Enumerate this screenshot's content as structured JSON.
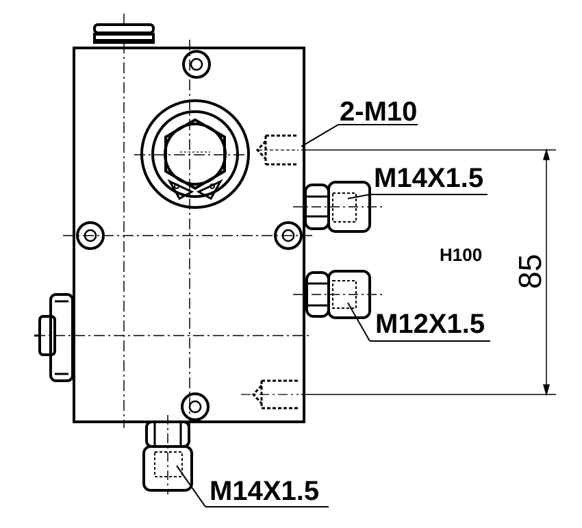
{
  "drawing": {
    "labels": {
      "thread_2m10": "2-M10",
      "port_upper_right": "M14X1.5",
      "port_lower_right": "M12X1.5",
      "port_bottom": "M14X1.5",
      "model": "H100",
      "dimension": "85"
    }
  },
  "colors": {
    "line": "#000000",
    "background": "#ffffff"
  }
}
